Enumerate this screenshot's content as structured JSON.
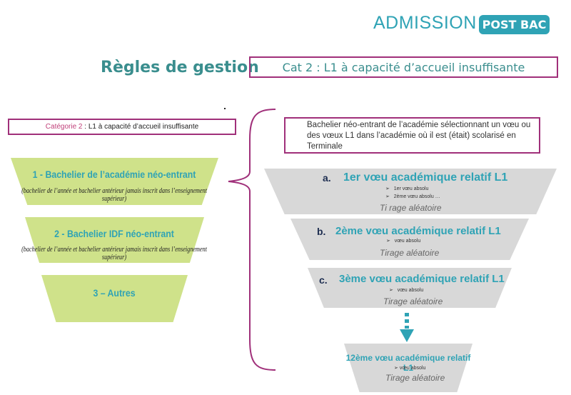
{
  "logo": {
    "main": "ADMISSION",
    "badge": "POST BAC"
  },
  "page_title": "Règles de gestion",
  "category_header": "Cat 2 : L1 à capacité d’accueil insuffisante",
  "category_box": {
    "prefix": "Catégorie 2",
    "text": ": L1 à capacité d’accueil insuffisante"
  },
  "description": "Bachelier néo-entrant de l’académie sélectionnant un vœu ou des vœux L1 dans l’académie où il est (était) scolarisé en Terminale",
  "groups": [
    {
      "title": "1 - Bachelier de l’académie néo-entrant",
      "subtitle": "(bachelier de l’année et bachelier antérieur jamais inscrit dans l’enseignement supérieur)"
    },
    {
      "title": "2 - Bachelier IDF néo-entrant",
      "subtitle": "(bachelier de l’année et bachelier antérieur jamais inscrit dans l’enseignement supérieur)"
    },
    {
      "title": "3 – Autres",
      "subtitle": ""
    }
  ],
  "voeux": [
    {
      "letter": "a.",
      "title": "1er vœu académique relatif L1",
      "bullets": [
        "1er vœu absolu",
        "2ème vœu absolu …"
      ],
      "tirage": "Ti rage aléatoire"
    },
    {
      "letter": "b.",
      "title": "2ème vœu académique relatif L1",
      "bullets": [
        "vœu absolu"
      ],
      "tirage": "Tirage aléatoire"
    },
    {
      "letter": "c.",
      "title": "3ème vœu académique relatif L1",
      "bullets": [
        "vœu absolu"
      ],
      "tirage": "Tirage aléatoire"
    },
    {
      "letter": "",
      "title": "12ème vœu académique relatif L1",
      "bullets": [
        "vœu absolu"
      ],
      "tirage": "Tirage aléatoire"
    }
  ],
  "colors": {
    "teal": "#2fa3b5",
    "magenta": "#a0307a",
    "green": "#cfe28a",
    "grey": "#d8d8d8"
  },
  "icons": {
    "brace": "brace-icon",
    "arrow": "arrow-down-icon"
  }
}
